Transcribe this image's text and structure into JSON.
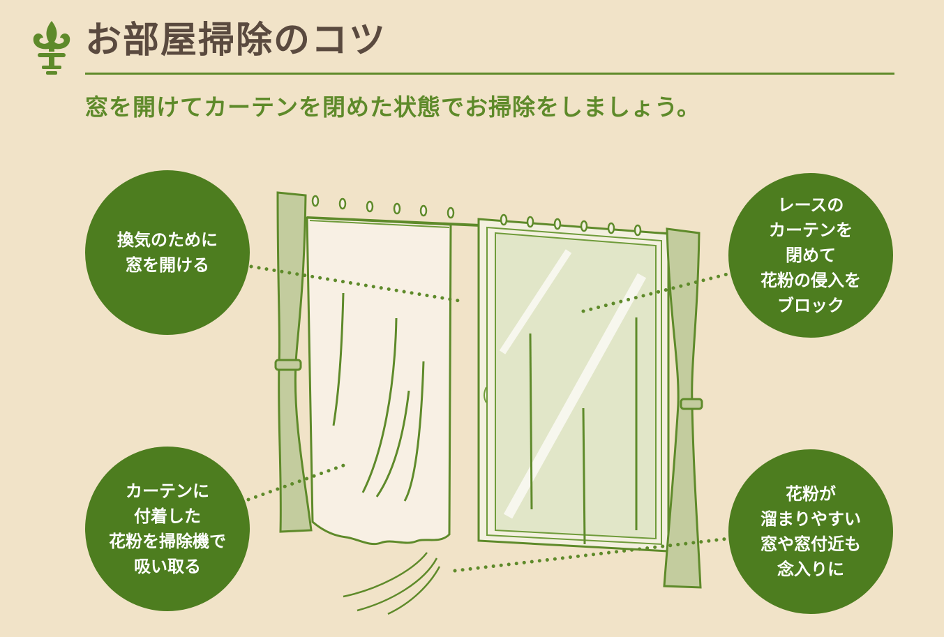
{
  "header": {
    "title": "お部屋掃除のコツ",
    "subtitle": "窓を開けてカーテンを閉めた状態でお掃除をしましょう。",
    "logo_icon": "fleur-de-lis-icon"
  },
  "callouts": {
    "top_left": {
      "lines": [
        "換気のために",
        "窓を開ける"
      ]
    },
    "bottom_left": {
      "lines": [
        "カーテンに",
        "付着した",
        "花粉を掃除機で",
        "吸い取る"
      ]
    },
    "top_right": {
      "lines": [
        "レースの",
        "カーテンを",
        "閉めて",
        "花粉の侵入を",
        "ブロック"
      ]
    },
    "bottom_right": {
      "lines": [
        "花粉が",
        "溜まりやすい",
        "窓や窓付近も",
        "念入りに"
      ]
    }
  },
  "colors": {
    "background": "#f1e3c8",
    "accent_green": "#4d7d1f",
    "title_brown": "#5a4a3f",
    "curtain_green": "#c3cc9e"
  }
}
